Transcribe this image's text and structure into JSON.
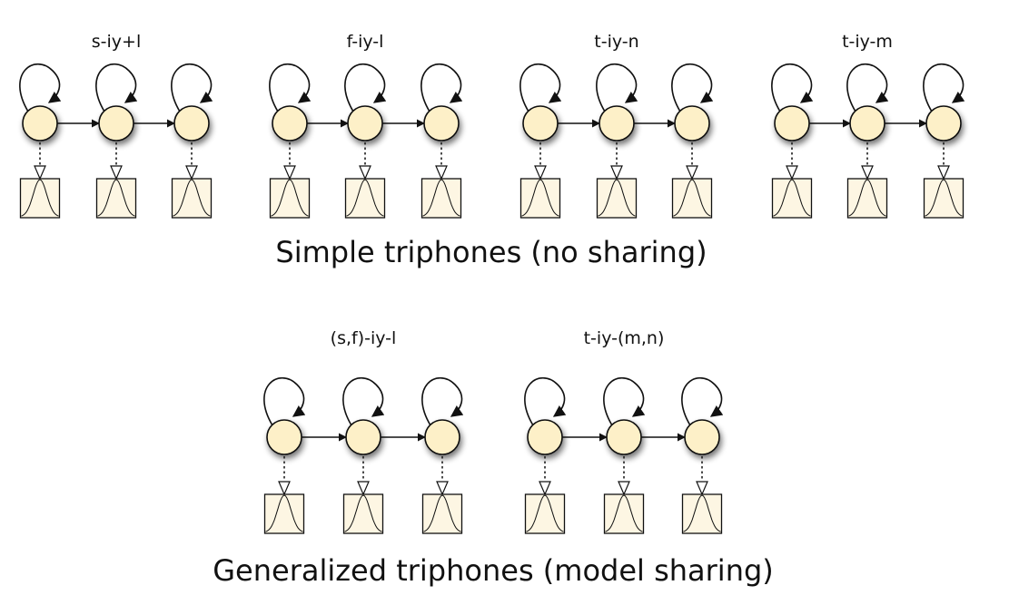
{
  "colors": {
    "state_fill": "#fdf0c8",
    "pdf_fill": "#fdf6e3",
    "stroke": "#111111"
  },
  "sections": [
    {
      "caption": "Simple triphones (no sharing)",
      "models": [
        {
          "label": "s-iy+l",
          "states": 3
        },
        {
          "label": "f-iy-l",
          "states": 3
        },
        {
          "label": "t-iy-n",
          "states": 3
        },
        {
          "label": "t-iy-m",
          "states": 3
        }
      ]
    },
    {
      "caption": "Generalized triphones (model sharing)",
      "models": [
        {
          "label": "(s,f)-iy-l",
          "states": 3
        },
        {
          "label": "t-iy-(m,n)",
          "states": 3
        }
      ]
    }
  ]
}
